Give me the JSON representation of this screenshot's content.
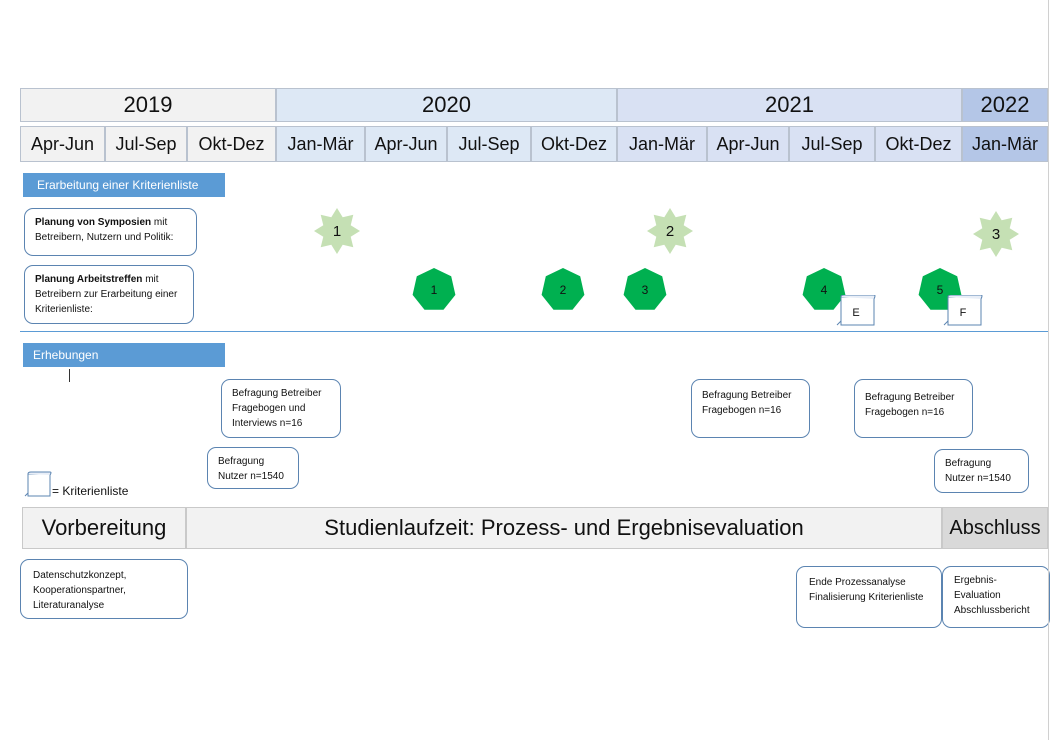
{
  "years": [
    "2019",
    "2020",
    "2021",
    "2022"
  ],
  "quarters": [
    "Apr-Jun",
    "Jul-Sep",
    "Okt-Dez",
    "Jan-Mär",
    "Apr-Jun",
    "Jul-Sep",
    "Okt-Dez",
    "Jan-Mär",
    "Apr-Jun",
    "Jul-Sep",
    "Okt-Dez",
    "Jan-Mär"
  ],
  "section_kriterienliste": {
    "title": "Erarbeitung einer Kriterienliste",
    "symposien_bold": "Planung von Symposien",
    "symposien_rest": " mit Betreibern, Nutzern und Politik:",
    "arbeitstreffen_bold": "Planung Arbeitstreffen",
    "arbeitstreffen_rest": " mit Betreibern zur Erarbeitung einer Kriterienliste:"
  },
  "symposia": [
    "1",
    "2",
    "3"
  ],
  "meetings": [
    "1",
    "2",
    "3",
    "4",
    "5"
  ],
  "criteria_docs": [
    "E",
    "F"
  ],
  "section_erhebungen": {
    "title": "Erhebungen",
    "survey_operators_2020": "Befragung Betreiber Fragebogen und Interviews n=16",
    "survey_users_2020": "Befragung Nutzer n=1540",
    "survey_operators_2021a": "Befragung Betreiber Fragebogen n=16",
    "survey_operators_2021b": "Befragung Betreiber Fragebogen n=16",
    "survey_users_2022": "Befragung Nutzer n=1540"
  },
  "legend": "= Kriterienliste",
  "phases": {
    "prep": "Vorbereitung",
    "main": "Studienlaufzeit: Prozess- und Ergebnisevaluation",
    "end": "Abschluss"
  },
  "notes": {
    "prep": "Datenschutzkonzept, Kooperationspartner, Literaturanalyse",
    "process_end": "Ende Prozessanalyse Finalisierung Kriterienliste",
    "final": "Ergebnis-Evaluation Abschlussbericht"
  },
  "colors": {
    "year_2019": "#f2f2f2",
    "year_2020": "#dde8f5",
    "year_2021": "#d9e1f3",
    "year_2022": "#b4c6e7",
    "section_bar": "#5b9bd5",
    "symposium_star": "#c5e0b4",
    "meeting_heptagon": "#00b050",
    "divider": "#5b9bd5"
  }
}
